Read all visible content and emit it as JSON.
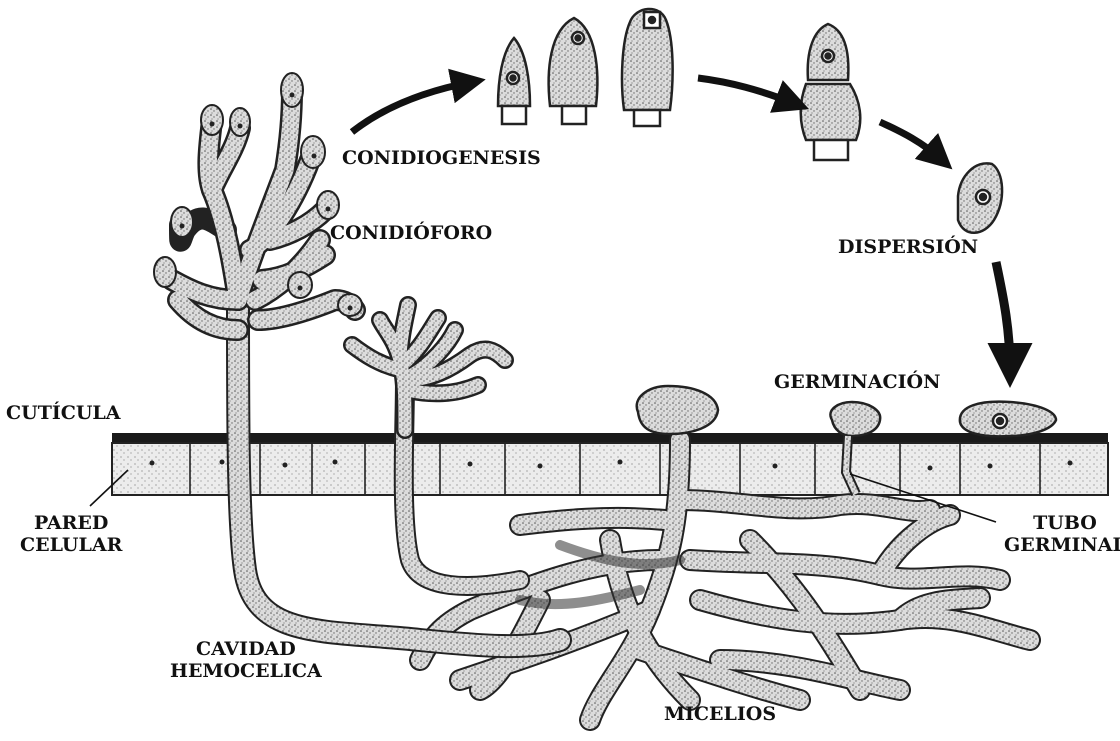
{
  "labels": {
    "conidiogenesis": "CONIDIOGENESIS",
    "conidioforo": "CONIDIÓFORO",
    "dispersion": "DISPERSIÓN",
    "germinacion": "GERMINACIÓN",
    "cuticula": "CUTÍCULA",
    "pared_celular": [
      "PARED",
      "CELULAR"
    ],
    "tubo_germinal": [
      "TUBO",
      "GERMINAL"
    ],
    "cavidad_hemocelica": [
      "CAVIDAD",
      "HEMOCELICA"
    ],
    "micelios": "MICELIOS"
  },
  "colors": {
    "ink": "#111111",
    "stipple": "#c9c9c9",
    "cuticle": "#1a1a1a",
    "cell": "#d8d8d8"
  }
}
